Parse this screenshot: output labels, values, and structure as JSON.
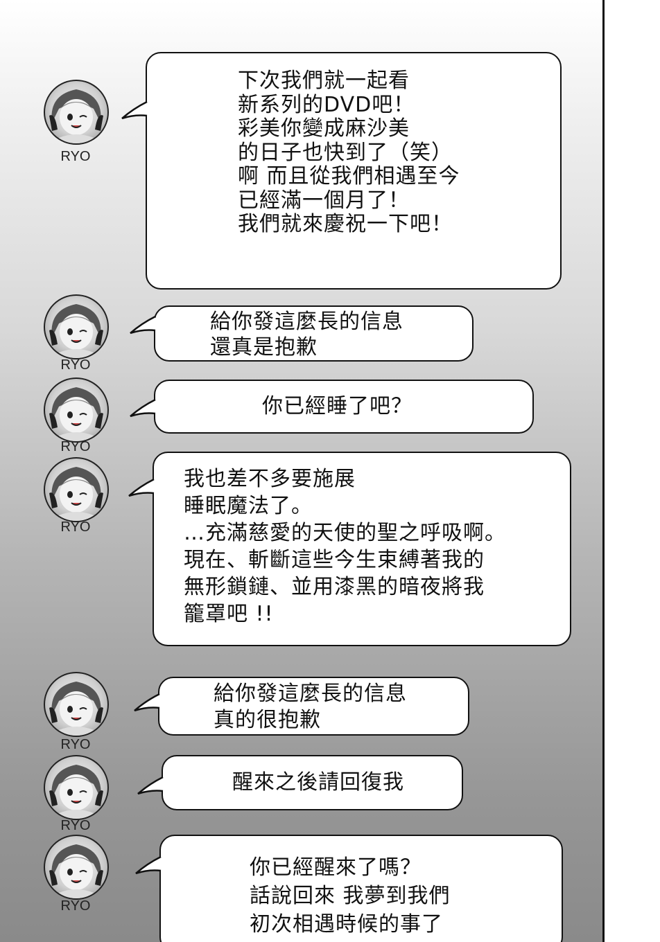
{
  "messages": [
    {
      "sender": "RYO",
      "lines": [
        "下次我們就一起看",
        "新系列的DVD吧！",
        "彩美你變成麻沙美",
        "的日子也快到了（笑）",
        "啊 而且從我們相遇至今",
        "已經滿一個月了！",
        "我們就來慶祝一下吧！"
      ]
    },
    {
      "sender": "RYO",
      "lines": [
        "給你發這麼長的信息",
        "還真是抱歉"
      ]
    },
    {
      "sender": "RYO",
      "lines": [
        "你已經睡了吧？"
      ]
    },
    {
      "sender": "RYO",
      "lines": [
        "我也差不多要施展",
        "睡眠魔法了。",
        "…充滿慈愛的天使的聖之呼吸啊。",
        "現在、斬斷這些今生束縛著我的",
        "無形鎖鏈、並用漆黑的暗夜將我",
        "籠罩吧 !!"
      ]
    },
    {
      "sender": "RYO",
      "lines": [
        "給你發這麼長的信息",
        "真的很抱歉"
      ]
    },
    {
      "sender": "RYO",
      "lines": [
        "醒來之後請回復我"
      ]
    },
    {
      "sender": "RYO",
      "lines": [
        "你已經醒來了嗎？",
        "話說回來 我夢到我們",
        "初次相遇時候的事了"
      ]
    }
  ]
}
